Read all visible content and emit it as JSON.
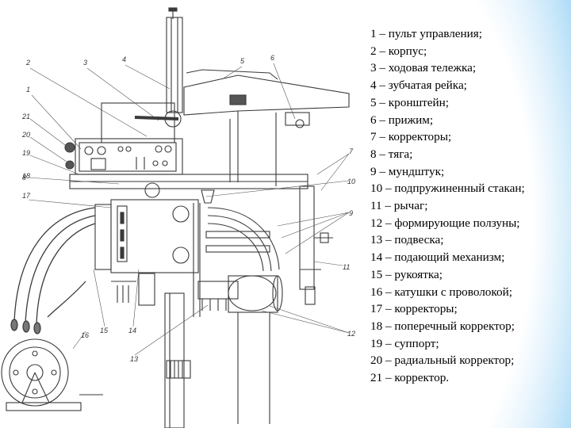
{
  "diagram": {
    "callout_numbers": [
      "1",
      "2",
      "3",
      "4",
      "5",
      "6",
      "7",
      "8",
      "9",
      "10",
      "11",
      "12",
      "13",
      "14",
      "15",
      "16",
      "17",
      "18",
      "19",
      "20",
      "21"
    ]
  },
  "legend": {
    "items": [
      "1 – пульт управления;",
      "2 – корпус;",
      "3 – ходовая тележка;",
      "4 – зубчатая рейка;",
      "5 – кронштейн;",
      "6 – прижим;",
      "7 – корректоры;",
      "8 – тяга;",
      "9 – мундштук;",
      "10 – подпружиненный стакан;",
      "11 – рычаг;",
      "12 – формирующие ползуны;",
      "13 – подвеска;",
      "14 – подающий механизм;",
      "15 – рукоятка;",
      "16 – катушки с проволокой;",
      "17 – корректоры;",
      "18 – поперечный корректор;",
      "19 – суппорт;",
      "20 – радиальный корректор;",
      "21 – корректор."
    ]
  },
  "colors": {
    "accent_right": "#7cc6f2",
    "line": "#3a3a3a"
  }
}
